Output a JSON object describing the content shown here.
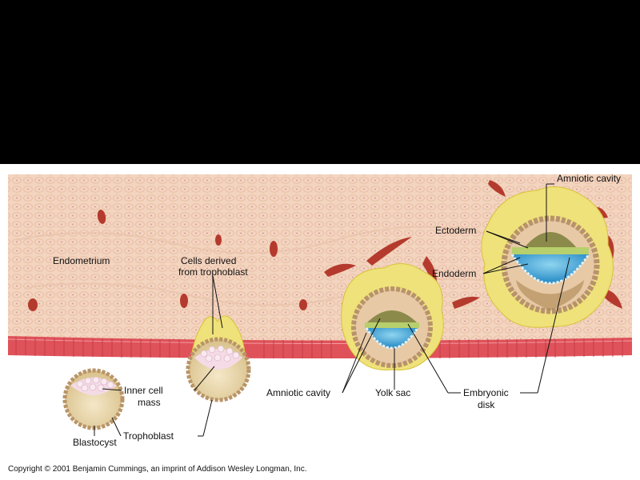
{
  "labels": {
    "endometrium": "Endometrium",
    "cells_derived_1": "Cells derived",
    "cells_derived_2": "from trophoblast",
    "inner_cell_1": "Inner cell",
    "inner_cell_2": "mass",
    "blastocyst": "Blastocyst",
    "trophoblast": "Trophoblast",
    "amniotic_cavity_mid": "Amniotic cavity",
    "yolk_sac": "Yolk sac",
    "embryonic_disk_1": "Embryonic",
    "embryonic_disk_2": "disk",
    "amniotic_cavity_right": "Amniotic cavity",
    "ectoderm": "Ectoderm",
    "endoderm": "Endoderm"
  },
  "copyright": "Copyright © 2001 Benjamin Cummings, an imprint of Addison Wesley Longman, Inc.",
  "colors": {
    "background": "#000000",
    "endometrium": "#f3d4bf",
    "epithelium": "#e0525a",
    "trophoblast_yellow": "#efe27a",
    "yolk_blue": "#3aa8d8",
    "amnion_green": "#8c8a4a",
    "blood": "#b53a2e"
  }
}
